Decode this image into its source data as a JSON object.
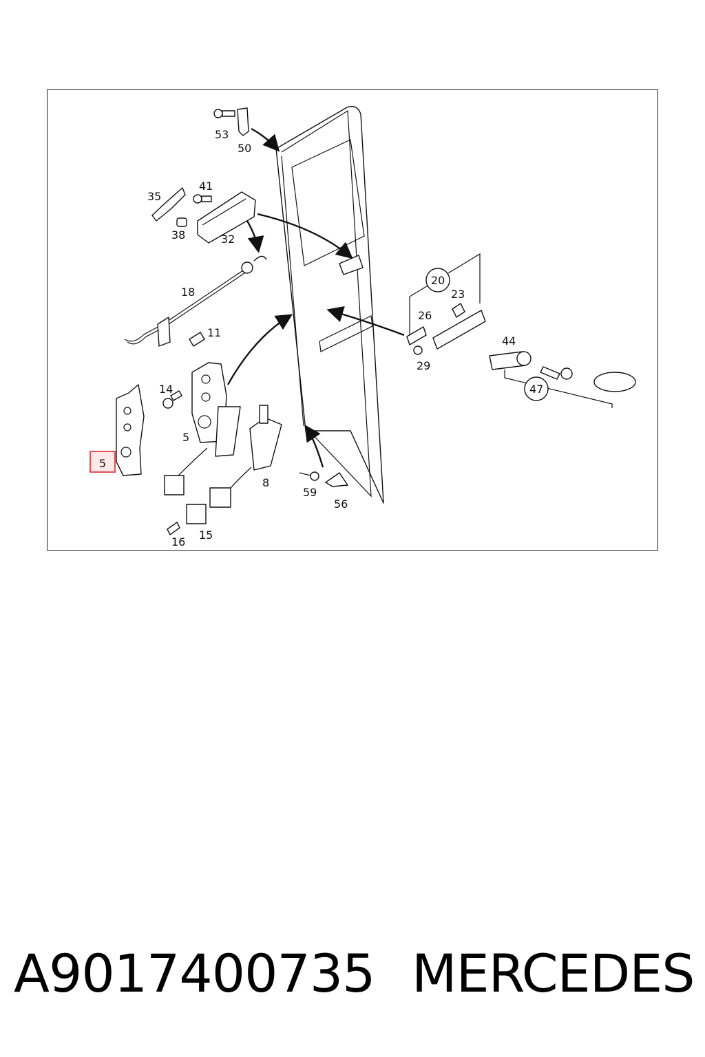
{
  "diagram": {
    "callouts": {
      "c53": "53",
      "c50": "50",
      "c35": "35",
      "c41": "41",
      "c38": "38",
      "c32": "32",
      "c18": "18",
      "c11": "11",
      "c14": "14",
      "c5a": "5",
      "c5b": "5",
      "c8": "8",
      "c16": "16",
      "c15": "15",
      "c59": "59",
      "c56": "56",
      "c20": "20",
      "c23": "23",
      "c26": "26",
      "c29": "29",
      "c44": "44",
      "c47": "47"
    },
    "highlight": {
      "label": "5",
      "color": "#e0282e"
    }
  },
  "footer": {
    "part_number": "A9017400735",
    "brand": "MERCEDES"
  }
}
